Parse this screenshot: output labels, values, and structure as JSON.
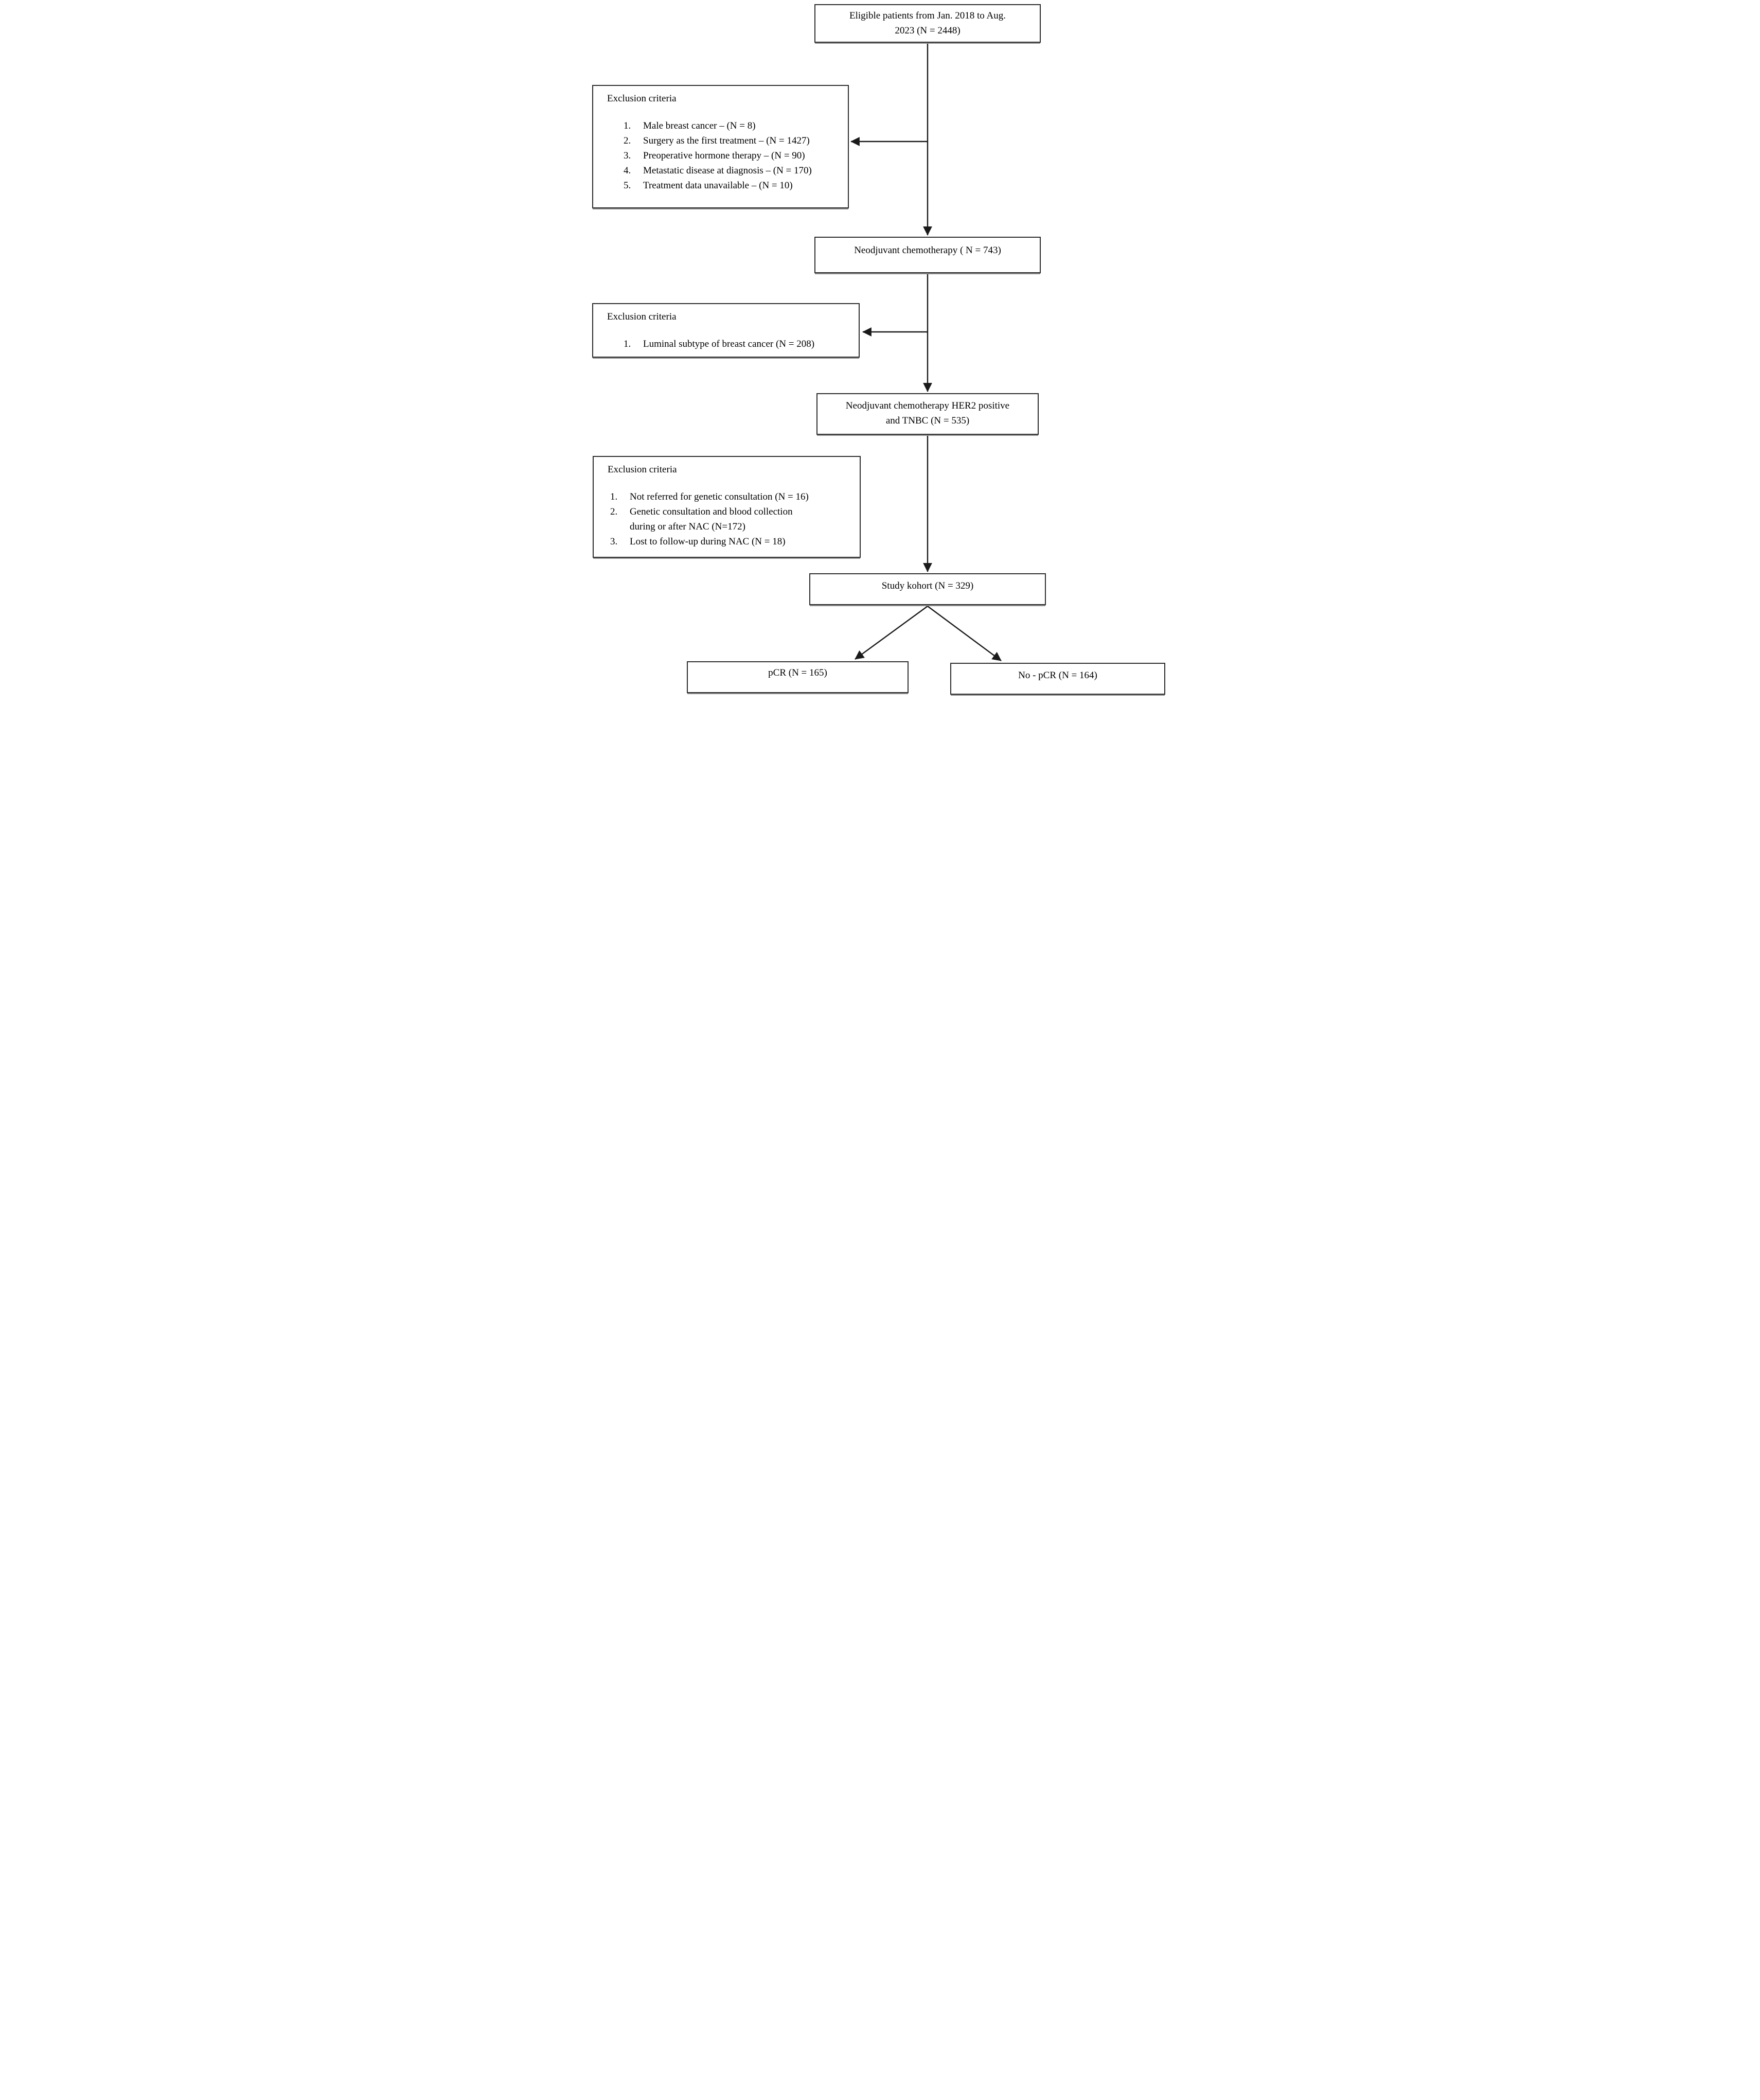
{
  "colors": {
    "line": "#1a1a1a",
    "box_border": "#2f2f2f",
    "box_shadow": "#8f8f8f",
    "background": "#ffffff",
    "text": "#000000"
  },
  "nodes": {
    "eligible": {
      "line1": "Eligible patients from Jan. 2018 to Aug.",
      "line2": "2023 (N = 2448)"
    },
    "neoadjuvant": {
      "label": "Neodjuvant chemotherapy ( N = 743)"
    },
    "her2_tnbc": {
      "line1": "Neodjuvant chemotherapy HER2 positive",
      "line2": "and TNBC (N = 535)"
    },
    "study_cohort": {
      "label": "Study kohort (N = 329)"
    },
    "pcr": {
      "label": "pCR (N = 165)"
    },
    "no_pcr": {
      "label": "No - pCR (N = 164)"
    }
  },
  "exclusion_boxes": [
    {
      "heading": "Exclusion criteria",
      "items": [
        {
          "num": "1.",
          "text": "Male breast cancer – (N = 8)"
        },
        {
          "num": "2.",
          "text": "Surgery as the first treatment – (N = 1427)"
        },
        {
          "num": "3.",
          "text": "Preoperative hormone therapy – (N = 90)"
        },
        {
          "num": "4.",
          "text": "Metastatic disease at diagnosis – (N = 170)"
        },
        {
          "num": "5.",
          "text": "Treatment data unavailable – (N = 10)"
        }
      ]
    },
    {
      "heading": "Exclusion criteria",
      "items": [
        {
          "num": "1.",
          "text": "Luminal subtype of breast cancer (N = 208)"
        }
      ]
    },
    {
      "heading": "Exclusion criteria",
      "items": [
        {
          "num": "1.",
          "text": "Not referred for genetic consultation (N = 16)"
        },
        {
          "num": "2.",
          "text": "Genetic consultation and blood collection",
          "text2": "during or after NAC (N=172)"
        },
        {
          "num": "3.",
          "text": "Lost to follow-up during NAC (N = 18)"
        }
      ]
    }
  ]
}
